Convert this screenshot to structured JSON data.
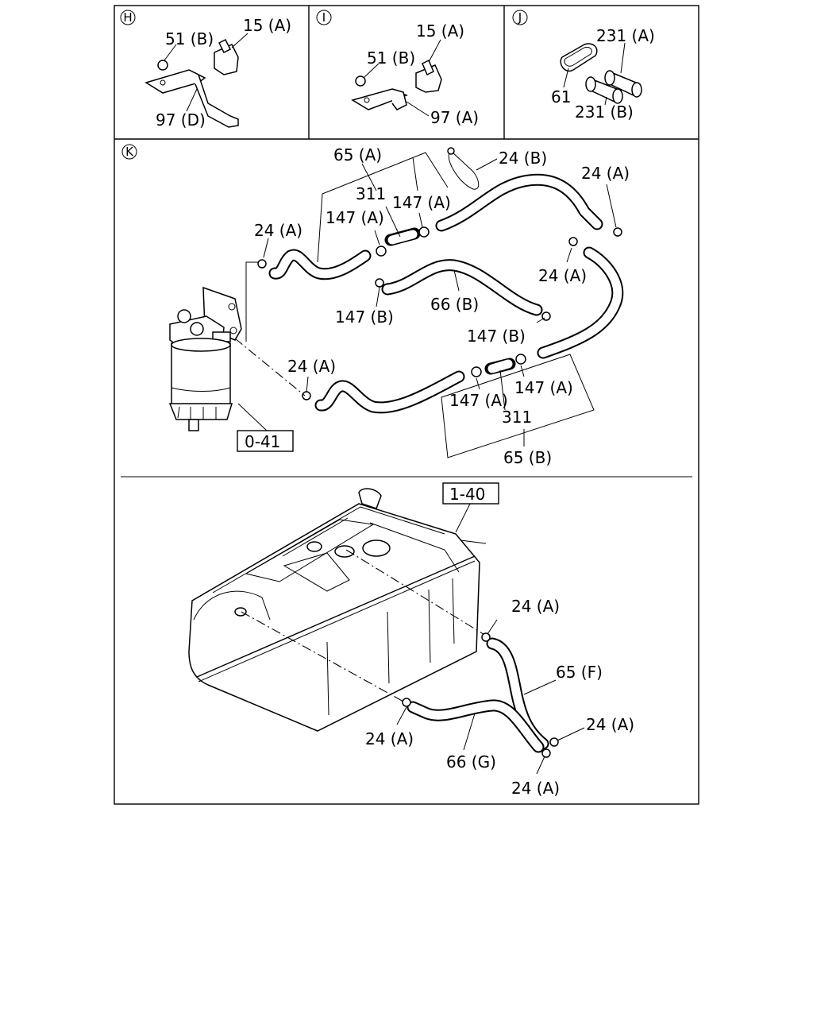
{
  "sections": [
    {
      "id": "H",
      "labels": [
        "51 (B)",
        "15 (A)",
        "97 (D)"
      ]
    },
    {
      "id": "I",
      "labels": [
        "15 (A)",
        "51 (B)",
        "97 (A)"
      ]
    },
    {
      "id": "J",
      "labels": [
        "231 (A)",
        "61",
        "231 (B)"
      ]
    },
    {
      "id": "K",
      "labels": [
        "65 (A)",
        "24 (B)",
        "24 (A)",
        "311",
        "147 (A)",
        "147 (A)",
        "24 (A)",
        "24 (A)",
        "66 (B)",
        "147 (B)",
        "147 (B)",
        "24 (A)",
        "147 (A)",
        "147 (A)",
        "311",
        "65 (B)"
      ]
    },
    {
      "id": "tank",
      "labels": [
        "24 (A)",
        "65 (F)",
        "24 (A)",
        "24 (A)",
        "66 (G)",
        "24 (A)"
      ]
    }
  ],
  "refs": {
    "filter": "0-41",
    "tank": "1-40"
  }
}
